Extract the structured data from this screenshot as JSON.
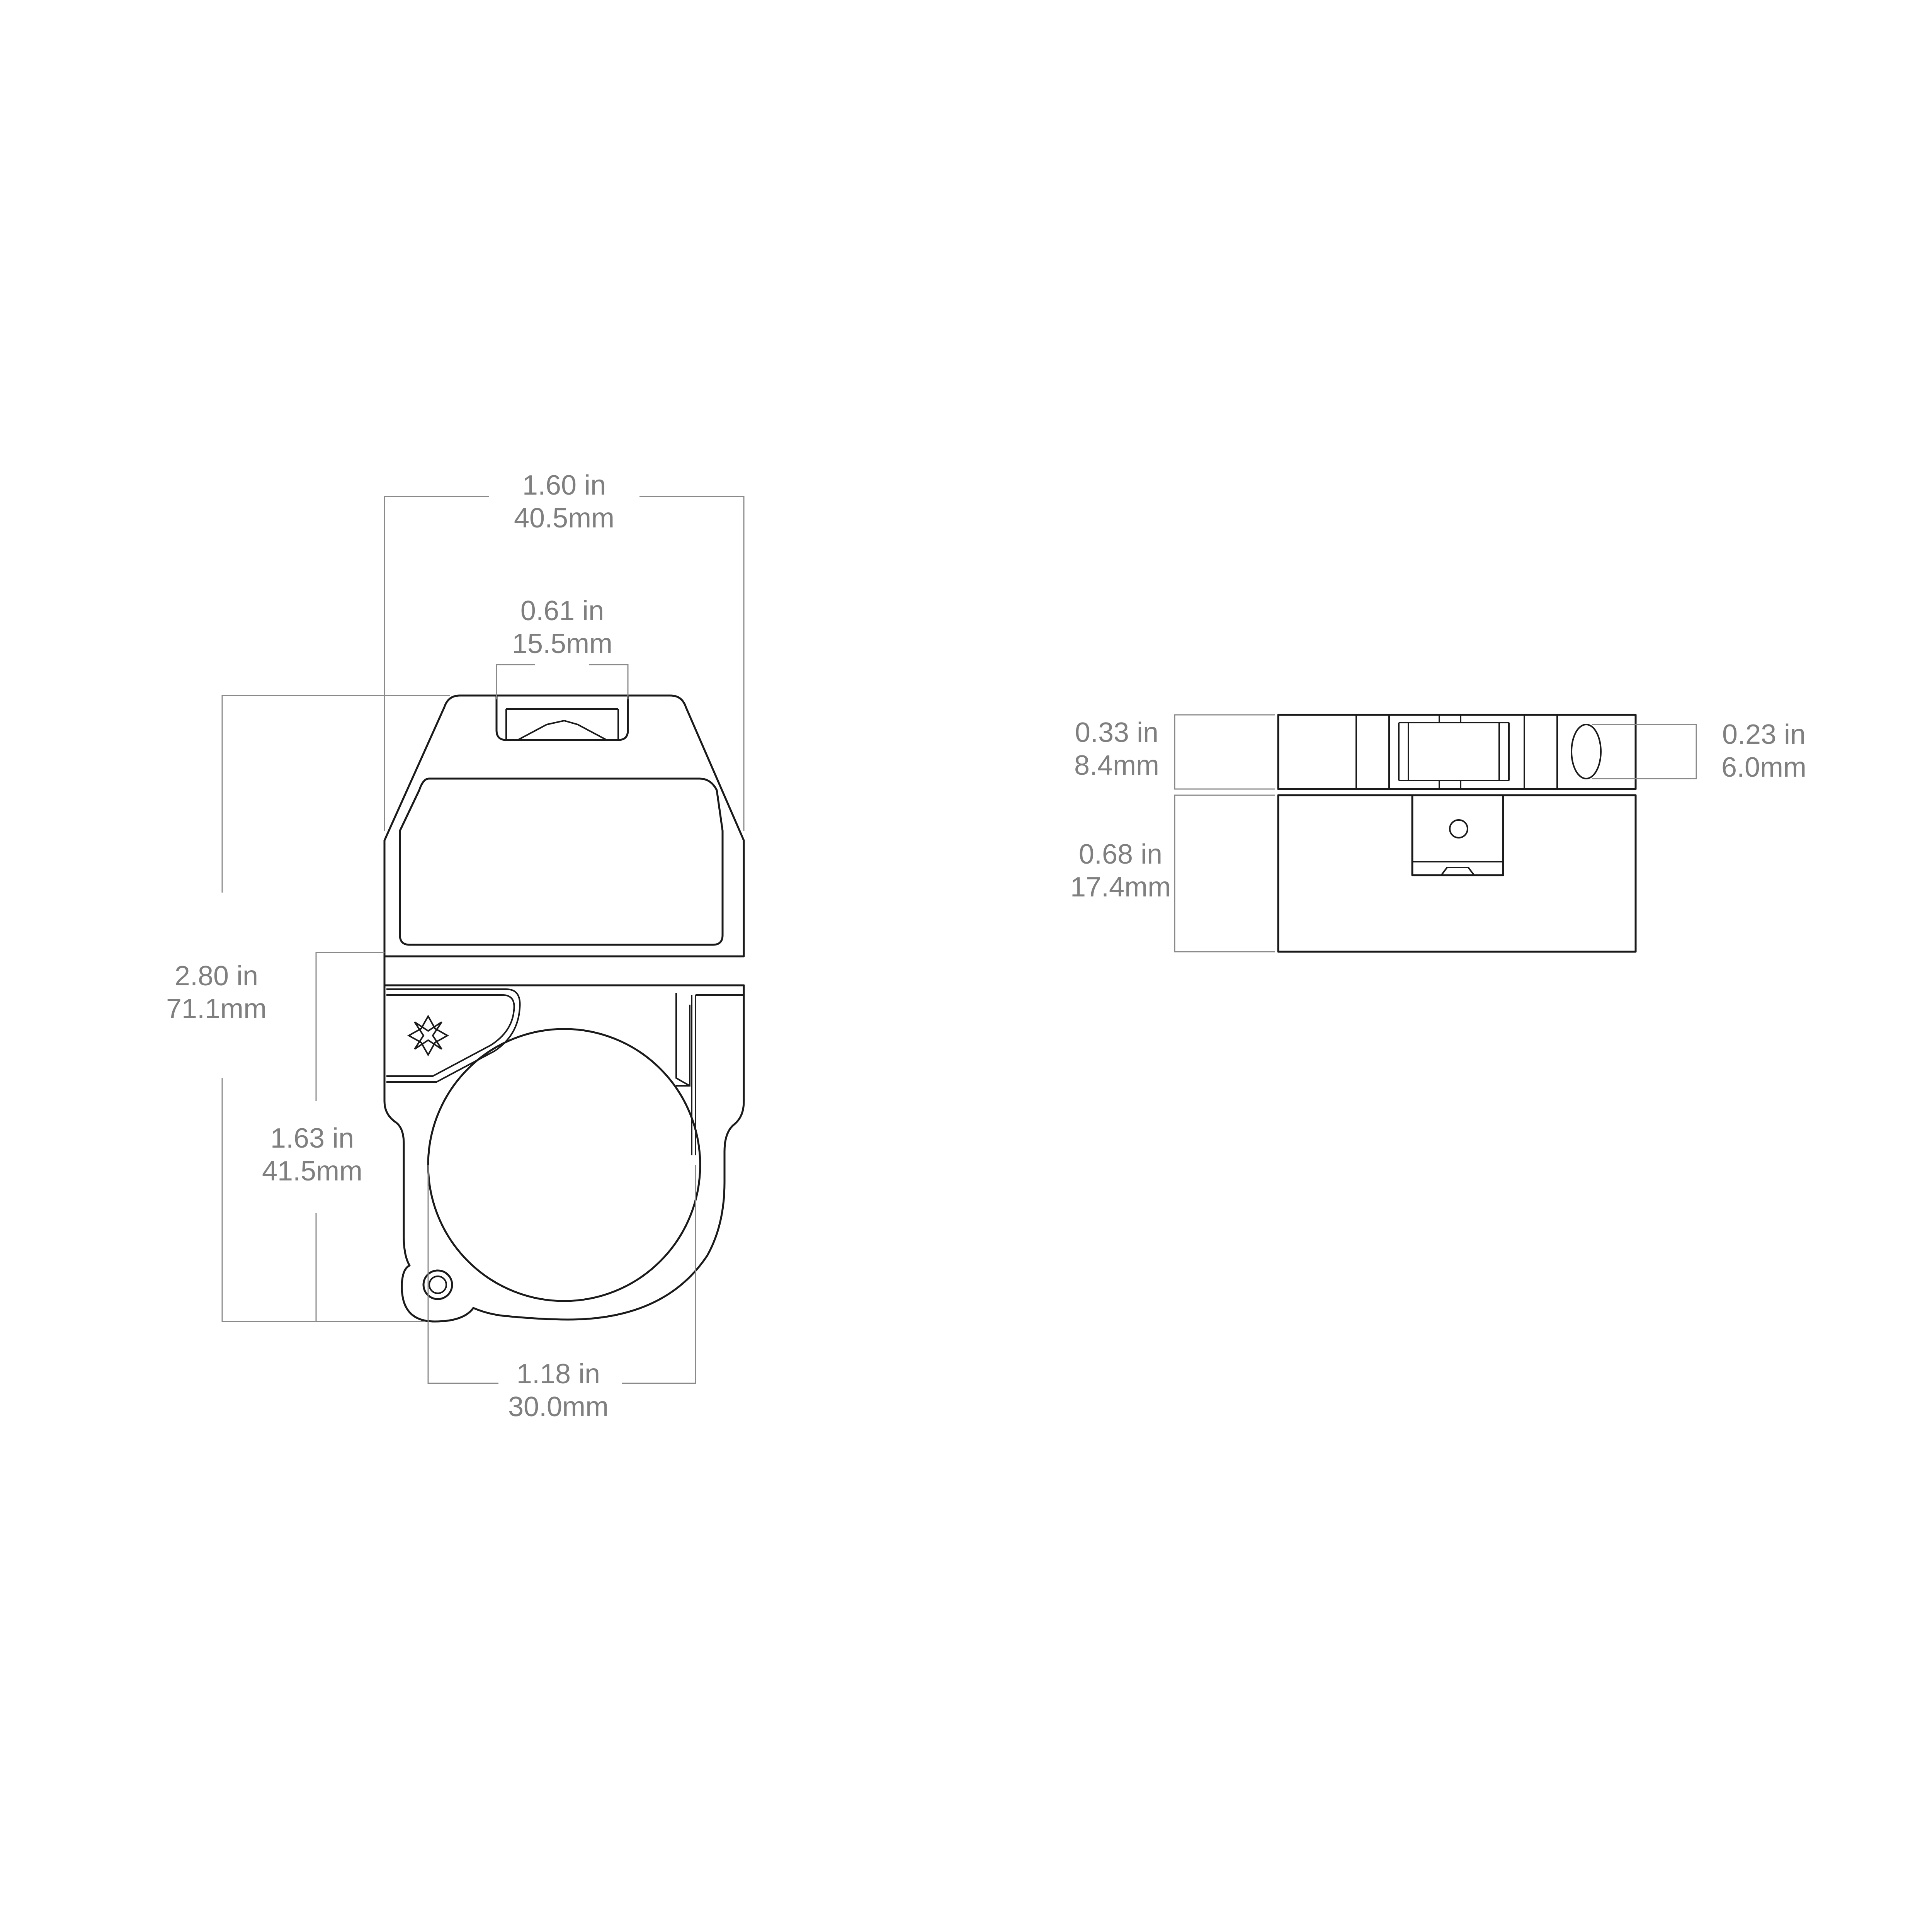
{
  "colors": {
    "line": "#1a1a1a",
    "dimension": "#8a8a8a",
    "text": "#7f7f7f",
    "background": "#ffffff"
  },
  "front_view": {
    "logo_icon": "compass-star-icon",
    "dimensions": {
      "overall_width": {
        "in": "1.60 in",
        "mm": "40.5mm"
      },
      "top_slot_width": {
        "in": "0.61 in",
        "mm": "15.5mm"
      },
      "overall_height": {
        "in": "2.80 in",
        "mm": "71.1mm"
      },
      "ring_height": {
        "in": "1.63 in",
        "mm": "41.5mm"
      },
      "tube_diameter": {
        "in": "1.18 in",
        "mm": "30.0mm"
      }
    }
  },
  "side_view": {
    "dimensions": {
      "top_thickness": {
        "in": "0.33 in",
        "mm": "8.4mm"
      },
      "pin_height": {
        "in": "0.23 in",
        "mm": "6.0mm"
      },
      "base_height": {
        "in": "0.68 in",
        "mm": "17.4mm"
      }
    }
  }
}
